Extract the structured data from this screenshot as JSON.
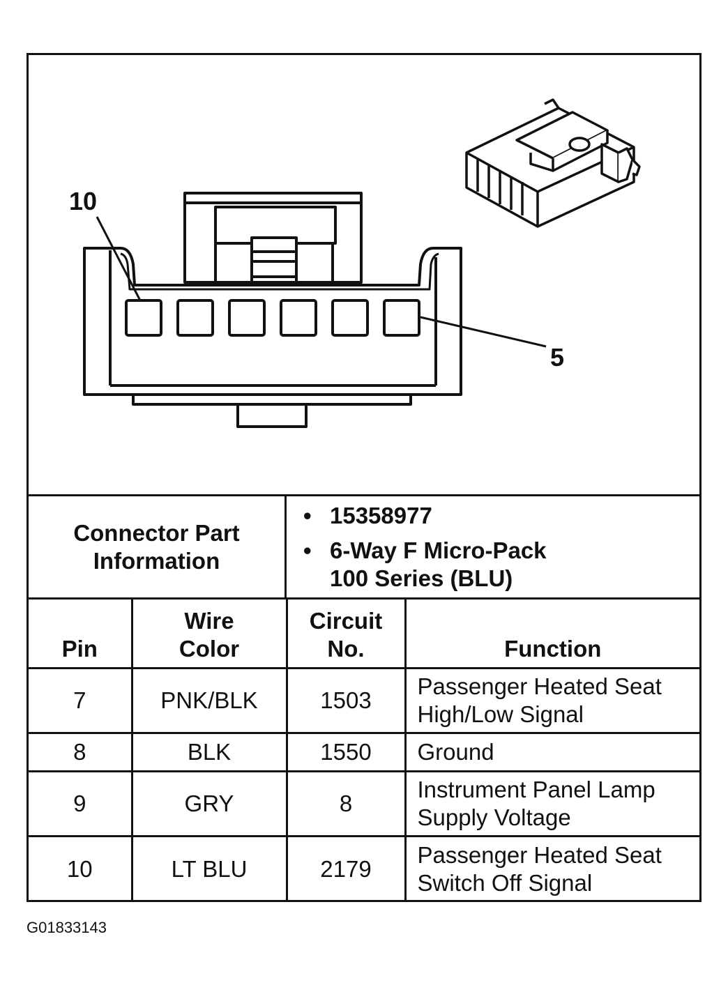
{
  "diagram": {
    "callout_left": "10",
    "callout_right": "5",
    "cavity_count": 6
  },
  "connector_info": {
    "label_line1": "Connector Part",
    "label_line2": "Information",
    "bullet": "•",
    "part_number": "15358977",
    "description_line1": "6-Way F Micro-Pack",
    "description_line2": "100 Series (BLU)"
  },
  "table": {
    "headers": {
      "pin": "Pin",
      "wire_color_line1": "Wire",
      "wire_color_line2": "Color",
      "circuit_line1": "Circuit",
      "circuit_line2": "No.",
      "function": "Function"
    },
    "rows": [
      {
        "pin": "7",
        "wire_color": "PNK/BLK",
        "circuit": "1503",
        "function_line1": "Passenger Heated Seat",
        "function_line2": "High/Low Signal"
      },
      {
        "pin": "8",
        "wire_color": "BLK",
        "circuit": "1550",
        "function_line1": "Ground",
        "function_line2": ""
      },
      {
        "pin": "9",
        "wire_color": "GRY",
        "circuit": "8",
        "function_line1": "Instrument Panel Lamp",
        "function_line2": "Supply Voltage"
      },
      {
        "pin": "10",
        "wire_color": "LT BLU",
        "circuit": "2179",
        "function_line1": "Passenger Heated Seat",
        "function_line2": "Switch Off Signal"
      }
    ]
  },
  "figure_code": "G01833143"
}
